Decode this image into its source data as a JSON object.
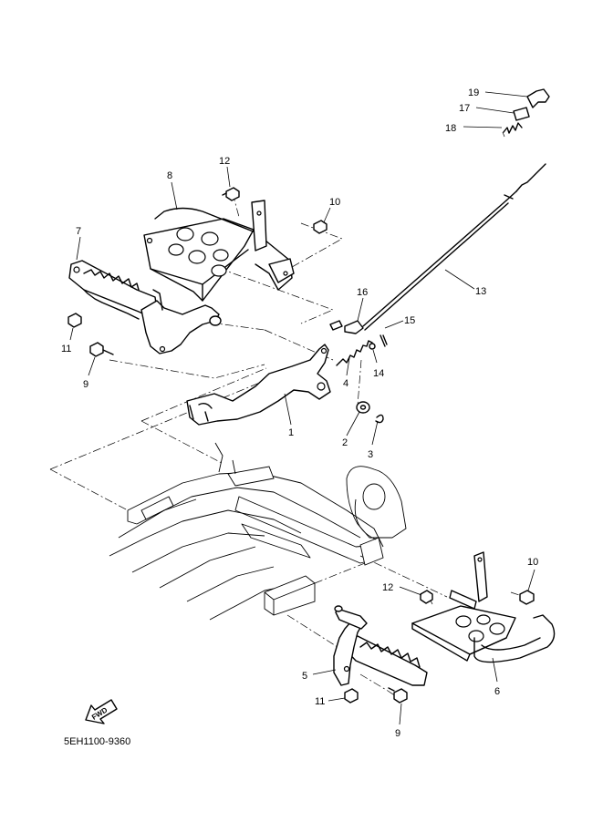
{
  "diagram_code": "5EH1100-9360",
  "fwd_label": "FWD",
  "callouts": {
    "c1": "1",
    "c2": "2",
    "c3": "3",
    "c4": "4",
    "c5": "5",
    "c6": "6",
    "c7": "7",
    "c8": "8",
    "c9a": "9",
    "c9b": "9",
    "c10a": "10",
    "c10b": "10",
    "c11a": "11",
    "c11b": "11",
    "c12a": "12",
    "c12b": "12",
    "c13": "13",
    "c14": "14",
    "c15": "15",
    "c16": "16",
    "c17": "17",
    "c18": "18",
    "c19": "19"
  }
}
